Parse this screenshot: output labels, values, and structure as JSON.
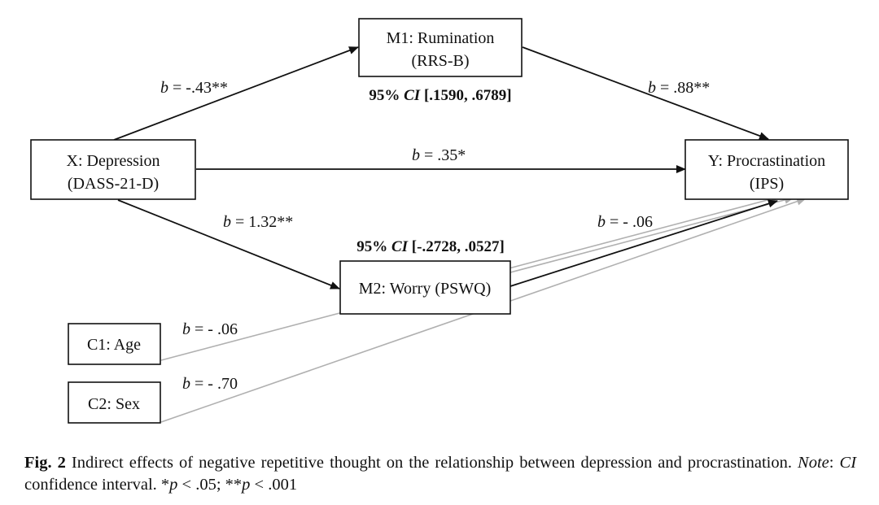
{
  "nodes": {
    "m1": {
      "line1": "M1: Rumination",
      "line2": "(RRS-B)"
    },
    "x": {
      "line1": "X: Depression",
      "line2": "(DASS-21-D)"
    },
    "y": {
      "line1": "Y: Procrastination",
      "line2": "(IPS)"
    },
    "m2": {
      "line1": "M2: Worry (PSWQ)"
    },
    "c1": {
      "line1": "C1: Age"
    },
    "c2": {
      "line1": "C2: Sex"
    }
  },
  "paths": {
    "x_m1": {
      "symbol": "b",
      "value": " = -.43**"
    },
    "m1_y": {
      "symbol": "b",
      "value": " = .88**"
    },
    "x_y": {
      "symbol": "b",
      "value": " = .35*"
    },
    "x_m2": {
      "symbol": "b",
      "value": " = 1.32**"
    },
    "m2_y": {
      "symbol": "b",
      "value": " = - .06"
    },
    "c1_y": {
      "symbol": "b",
      "value": " = - .06"
    },
    "c2_y": {
      "symbol": "b",
      "value": " = - .70"
    }
  },
  "ci": {
    "m1": {
      "prefix": "95% ",
      "italic": "CI",
      "range": " [.1590, .6789]"
    },
    "m2": {
      "prefix": "95% ",
      "italic": "CI",
      "range": " [-.2728, .0527]"
    }
  },
  "caption": {
    "fig_label": "Fig. 2",
    "text1": " Indirect effects of negative repetitive thought on the relationship between depression and procrastination. ",
    "note_label": "Note",
    "text2": ": ",
    "ci_abbr": "CI",
    "text3": " confidence interval. *",
    "p1": "p",
    "text4": " < .05; **",
    "p2": "p",
    "text5": " < .001"
  },
  "colors": {
    "line_dark": "#111111",
    "line_gray": "#b0b0b0"
  }
}
